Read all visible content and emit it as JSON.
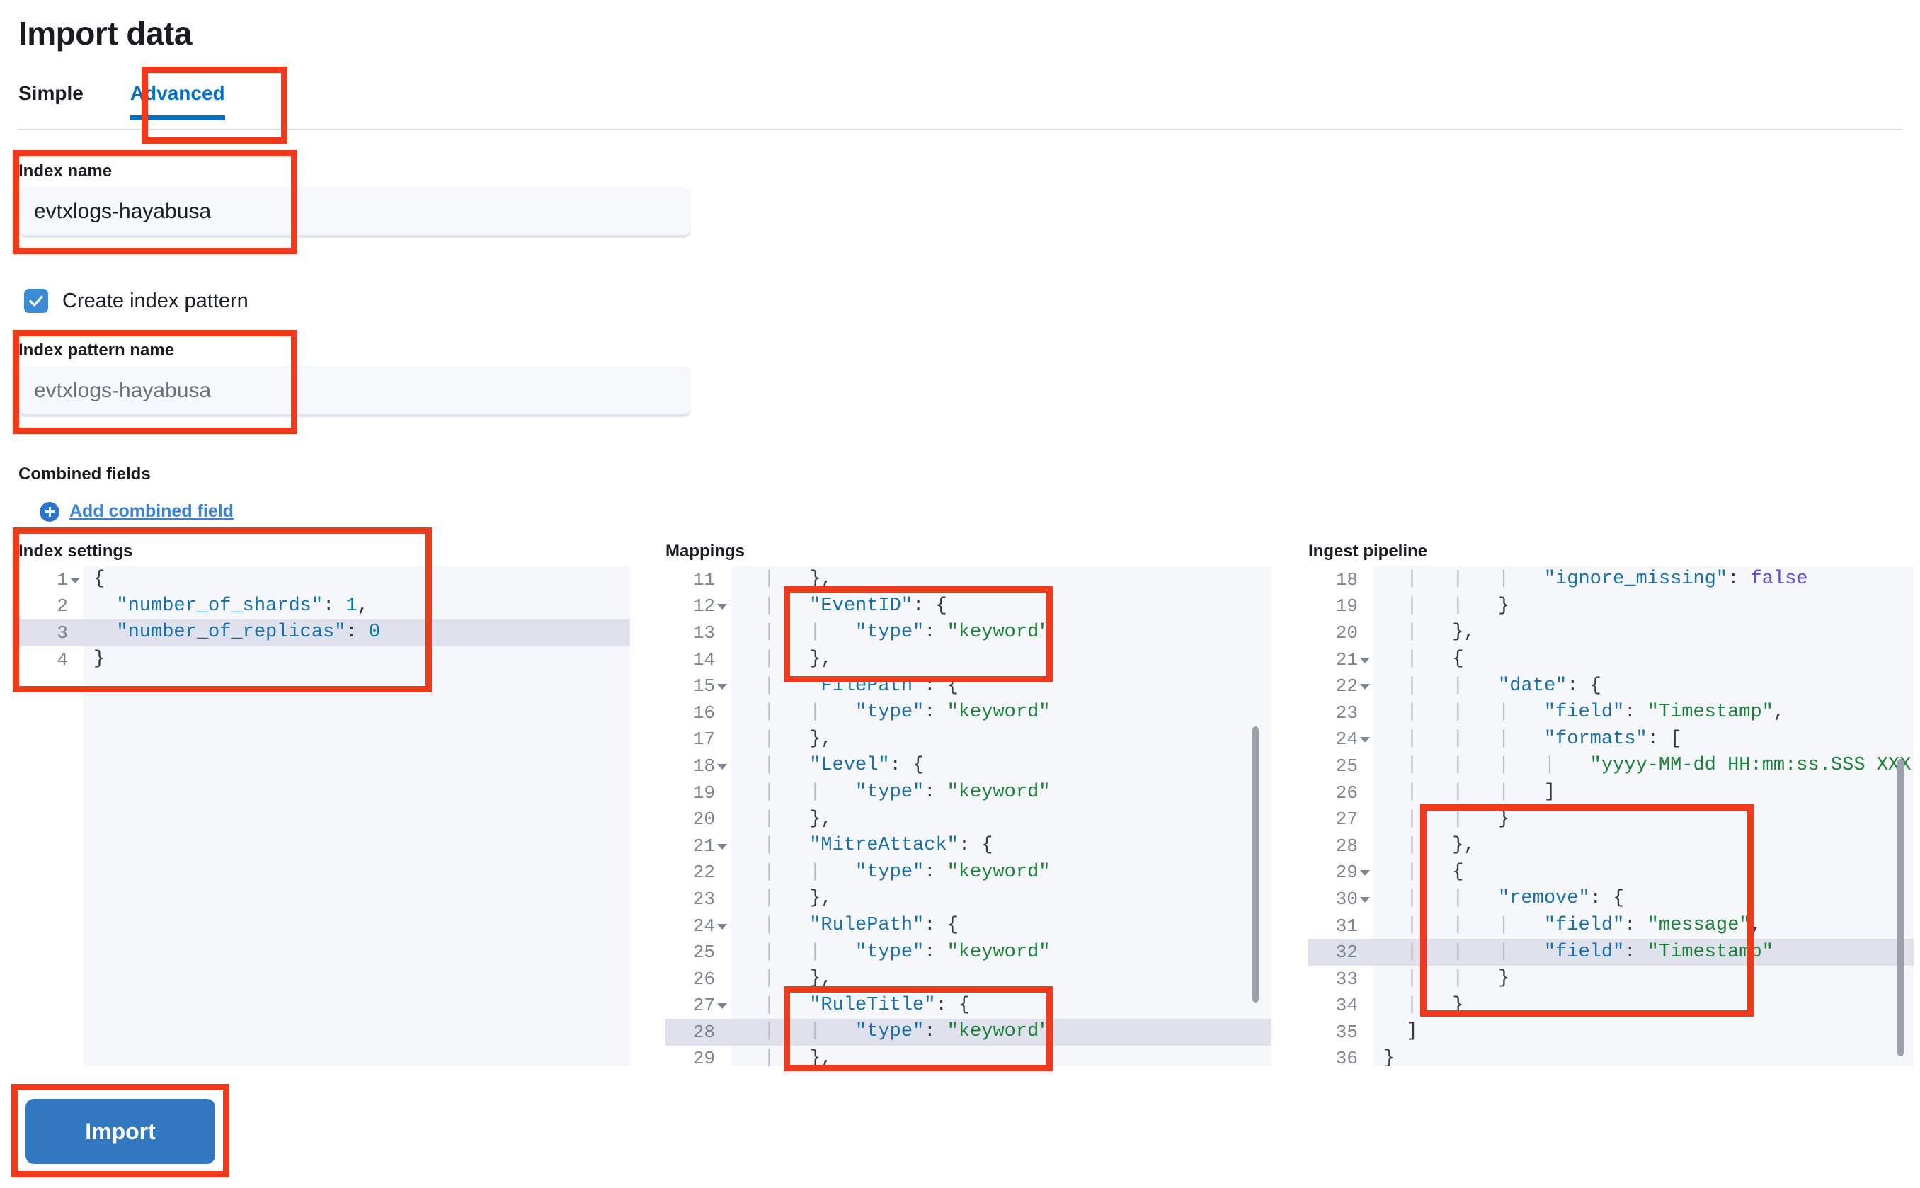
{
  "page": {
    "title": "Import data"
  },
  "tabs": [
    {
      "label": "Simple",
      "active": false
    },
    {
      "label": "Advanced",
      "active": true
    }
  ],
  "form": {
    "index_name_label": "Index name",
    "index_name_value": "evtxlogs-hayabusa",
    "create_index_pattern_label": "Create index pattern",
    "create_index_pattern_checked": true,
    "index_pattern_name_label": "Index pattern name",
    "index_pattern_name_placeholder": "evtxlogs-hayabusa",
    "combined_fields_label": "Combined fields",
    "add_combined_field_label": "Add combined field"
  },
  "editors": {
    "index_settings": {
      "title": "Index settings",
      "lines": [
        {
          "n": 1,
          "fold": true,
          "hl": false,
          "text": "{"
        },
        {
          "n": 2,
          "fold": false,
          "hl": false,
          "text": "  \"number_of_shards\": 1,"
        },
        {
          "n": 3,
          "fold": false,
          "hl": true,
          "text": "  \"number_of_replicas\": 0"
        },
        {
          "n": 4,
          "fold": false,
          "hl": false,
          "text": "}"
        }
      ]
    },
    "mappings": {
      "title": "Mappings",
      "lines": [
        {
          "n": 11,
          "fold": false,
          "hl": false,
          "text": "  |   },"
        },
        {
          "n": 12,
          "fold": true,
          "hl": false,
          "text": "  |   \"EventID\": {"
        },
        {
          "n": 13,
          "fold": false,
          "hl": false,
          "text": "  |   |   \"type\": \"keyword\""
        },
        {
          "n": 14,
          "fold": false,
          "hl": false,
          "text": "  |   },"
        },
        {
          "n": 15,
          "fold": true,
          "hl": false,
          "text": "  |   \"FilePath\": {"
        },
        {
          "n": 16,
          "fold": false,
          "hl": false,
          "text": "  |   |   \"type\": \"keyword\""
        },
        {
          "n": 17,
          "fold": false,
          "hl": false,
          "text": "  |   },"
        },
        {
          "n": 18,
          "fold": true,
          "hl": false,
          "text": "  |   \"Level\": {"
        },
        {
          "n": 19,
          "fold": false,
          "hl": false,
          "text": "  |   |   \"type\": \"keyword\""
        },
        {
          "n": 20,
          "fold": false,
          "hl": false,
          "text": "  |   },"
        },
        {
          "n": 21,
          "fold": true,
          "hl": false,
          "text": "  |   \"MitreAttack\": {"
        },
        {
          "n": 22,
          "fold": false,
          "hl": false,
          "text": "  |   |   \"type\": \"keyword\""
        },
        {
          "n": 23,
          "fold": false,
          "hl": false,
          "text": "  |   },"
        },
        {
          "n": 24,
          "fold": true,
          "hl": false,
          "text": "  |   \"RulePath\": {"
        },
        {
          "n": 25,
          "fold": false,
          "hl": false,
          "text": "  |   |   \"type\": \"keyword\""
        },
        {
          "n": 26,
          "fold": false,
          "hl": false,
          "text": "  |   },"
        },
        {
          "n": 27,
          "fold": true,
          "hl": false,
          "text": "  |   \"RuleTitle\": {"
        },
        {
          "n": 28,
          "fold": false,
          "hl": true,
          "text": "  |   |   \"type\": \"keyword\""
        },
        {
          "n": 29,
          "fold": false,
          "hl": false,
          "text": "  |   },"
        }
      ]
    },
    "ingest_pipeline": {
      "title": "Ingest pipeline",
      "lines": [
        {
          "n": 18,
          "fold": false,
          "hl": false,
          "text": "  |   |   |   \"ignore_missing\": false"
        },
        {
          "n": 19,
          "fold": false,
          "hl": false,
          "text": "  |   |   }"
        },
        {
          "n": 20,
          "fold": false,
          "hl": false,
          "text": "  |   },"
        },
        {
          "n": 21,
          "fold": true,
          "hl": false,
          "text": "  |   {"
        },
        {
          "n": 22,
          "fold": true,
          "hl": false,
          "text": "  |   |   \"date\": {"
        },
        {
          "n": 23,
          "fold": false,
          "hl": false,
          "text": "  |   |   |   \"field\": \"Timestamp\","
        },
        {
          "n": 24,
          "fold": true,
          "hl": false,
          "text": "  |   |   |   \"formats\": ["
        },
        {
          "n": 25,
          "fold": false,
          "hl": false,
          "text": "  |   |   |   |   \"yyyy-MM-dd HH:mm:ss.SSS XXX\""
        },
        {
          "n": 26,
          "fold": false,
          "hl": false,
          "text": "  |   |   |   ]"
        },
        {
          "n": 27,
          "fold": false,
          "hl": false,
          "text": "  |   |   }"
        },
        {
          "n": 28,
          "fold": false,
          "hl": false,
          "text": "  |   },"
        },
        {
          "n": 29,
          "fold": true,
          "hl": false,
          "text": "  |   {"
        },
        {
          "n": 30,
          "fold": true,
          "hl": false,
          "text": "  |   |   \"remove\": {"
        },
        {
          "n": 31,
          "fold": false,
          "hl": false,
          "text": "  |   |   |   \"field\": \"message\","
        },
        {
          "n": 32,
          "fold": false,
          "hl": true,
          "text": "  |   |   |   \"field\": \"Timestamp\""
        },
        {
          "n": 33,
          "fold": false,
          "hl": false,
          "text": "  |   |   }"
        },
        {
          "n": 34,
          "fold": false,
          "hl": false,
          "text": "  |   }"
        },
        {
          "n": 35,
          "fold": false,
          "hl": false,
          "text": "  ]"
        },
        {
          "n": 36,
          "fold": false,
          "hl": false,
          "text": "}"
        }
      ]
    }
  },
  "footer": {
    "import_label": "Import"
  },
  "colors": {
    "accent": "#0071c2",
    "annotation": "#f1391c",
    "button": "#3178c0",
    "checkbox": "#3d8ad4",
    "string": "#1a7f37",
    "key": "#1a6ea8",
    "bool": "#5a4fd6",
    "highlight_row": "#dfe2ed"
  }
}
